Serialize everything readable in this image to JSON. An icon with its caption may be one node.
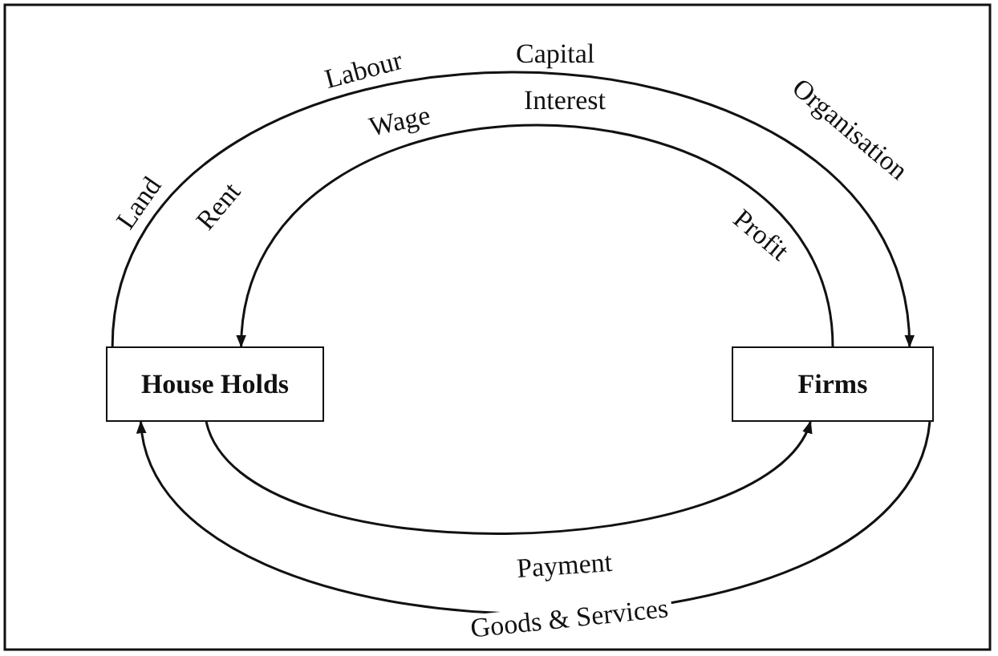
{
  "diagram": {
    "nodes": [
      {
        "text": [
          "House Holds"
        ]
      },
      {
        "text": [
          "Firms"
        ]
      }
    ],
    "edges": [
      {
        "from": 0,
        "to": 1,
        "arrow": "to"
      },
      {
        "from": 1,
        "to": 0,
        "arrow": "to"
      },
      {
        "from": 0,
        "to": 1,
        "arrow": "to",
        "label": "Payment"
      },
      {
        "from": 1,
        "to": 0,
        "arrow": "to",
        "label": "Goods & Services"
      }
    ],
    "labels": [
      "Land",
      "Labour",
      "Capital",
      "Organisation",
      "Rent",
      "Wage",
      "Interest",
      "Profit"
    ]
  }
}
